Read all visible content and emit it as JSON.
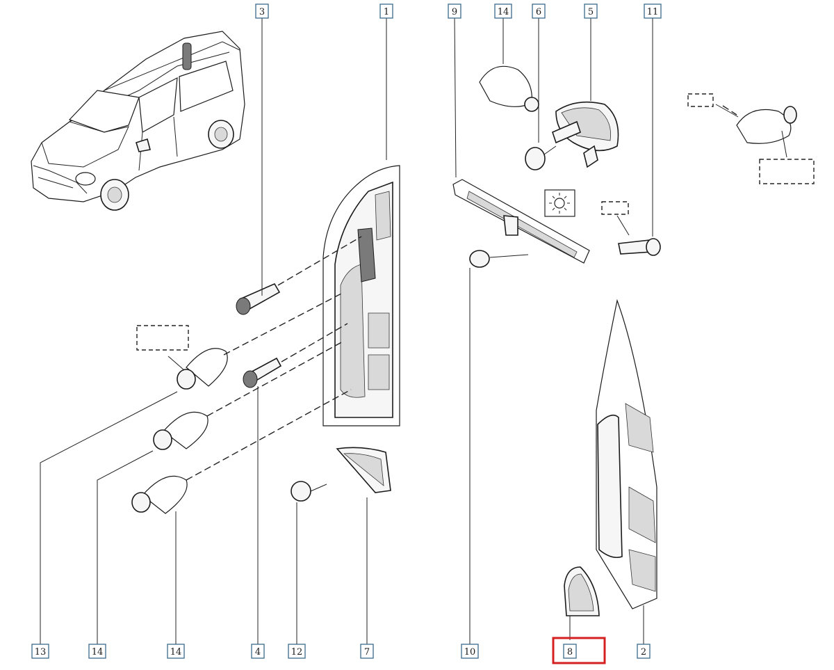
{
  "diagram": {
    "callouts": {
      "c3": "3",
      "c1": "1",
      "c9": "9",
      "c14a": "14",
      "c6": "6",
      "c5": "5",
      "c11": "11",
      "c13": "13",
      "c14b": "14",
      "c14c": "14",
      "c4": "4",
      "c12": "12",
      "c7": "7",
      "c10": "10",
      "c8": "8",
      "c2": "2"
    },
    "highlighted_callout": "8",
    "highlight_color": "#d42020"
  }
}
